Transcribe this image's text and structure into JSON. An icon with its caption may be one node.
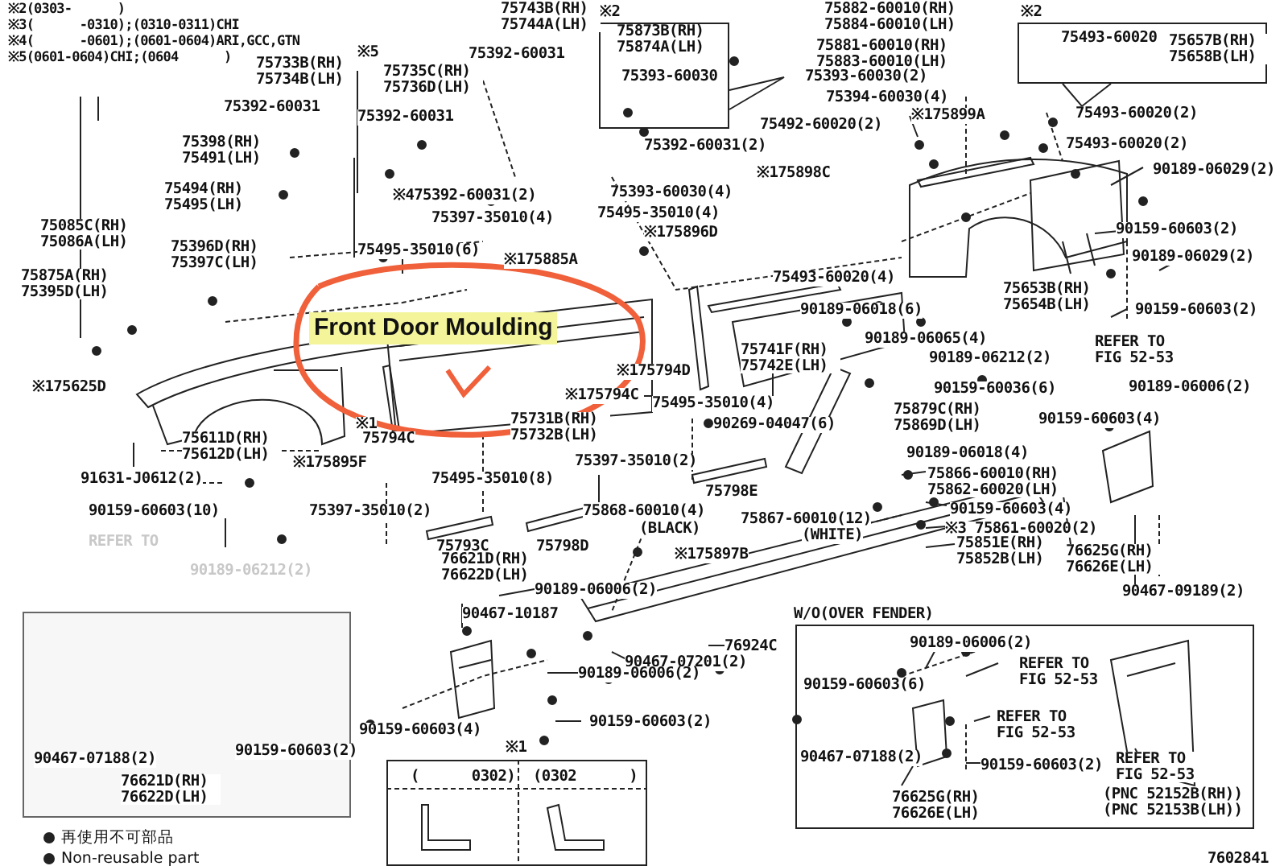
{
  "diagram": {
    "nodes": [
      {
        "text": [
          "75873B(RH) 75874A(LH)",
          "75393-60030"
        ],
        "beside": [
          "※2"
        ]
      },
      {
        "text": [
          "75493-60020",
          "75657B(RH) 75658B(LH)"
        ],
        "beside": [
          "※2"
        ]
      },
      {
        "text": [
          "Front Door Moulding"
        ]
      },
      {
        "text": [
          "90467-07188(2)",
          "76621D(RH) 76622D(LH)",
          "90159-60603(2)"
        ]
      },
      {
        "text": [
          "W/O(OVER FENDER)",
          "90189-06006(2)",
          "REFER TO FIG 52-53",
          "90159-60603(6)",
          "REFER TO FIG 52-53",
          "90467-07188(2)",
          "90159-60603(2)",
          "76625G(RH) 76626E(LH)",
          "REFER TO FIG 52-53",
          "(PNC 52152B(RH))",
          "(PNC 52153B(LH))"
        ]
      },
      {
        "text": [
          "(      0302)",
          "(0302      )"
        ],
        "beside": [
          "※1"
        ]
      }
    ],
    "edges": [],
    "labels": [
      "※2(0303-      )",
      "※3(      -0310);(0310-0311)CHI",
      "※4(      -0601);(0601-0604)ARI,GCC,GTN",
      "※5(0601-0604)CHI;(0604      )",
      "75743B(RH) 75744A(LH)",
      "75733B(RH) 75734B(LH)",
      "※5",
      "75735C(RH) 75736D(LH)",
      "75392-60031",
      "75392-60031",
      "75392-60031",
      "75398(RH) 75491(LH)",
      "75494(RH) 75495(LH)",
      "※475392-60031(2)",
      "75397-35010(4)",
      "75085C(RH) 75086A(LH)",
      "75396D(RH) 75397C(LH)",
      "75495-35010(6)",
      "※175885A",
      "75875A(RH) 75395D(LH)",
      "※175625D",
      "※1",
      "75794C",
      "75611D(RH) 75612D(LH)",
      "※175895F",
      "91631-J0612(2)",
      "90159-60603(10)",
      "75397-35010(2)",
      "REFER TO",
      "90189-06212(2)",
      "75731B(RH) 75732B(LH)",
      "※175794C",
      "※175794D",
      "75495-35010(8)",
      "75397-35010(2)",
      "90269-04047(6)",
      "75798E",
      "75793C",
      "75798D",
      "75868-60010(4)",
      "(BLACK)",
      "75867-60010(12)",
      "(WHITE)",
      "※175897B",
      "76621D(RH) 76622D(LH)",
      "90189-06006(2)",
      "90467-10187",
      "76924C",
      "90467-07201(2)",
      "90189-06006(2)",
      "90159-60603(4)",
      "90159-60603(2)",
      "75392-60031(2)",
      "75393-60030(4)",
      "75495-35010(4)",
      "※175896D",
      "※175898C",
      "75741F(RH) 75742E(LH)",
      "75495-35010(4)",
      "75882-60010(RH) 75884-60010(LH)",
      "75881-60010(RH) 75883-60010(LH)",
      "75393-60030(2)",
      "75394-60030(4)",
      "75492-60020(2)",
      "※175899A",
      "75493-60020(2)",
      "75493-60020(2)",
      "90189-06029(2)",
      "90159-60603(2)",
      "75493-60020(4)",
      "90189-06029(2)",
      "90189-06018(6)",
      "75653B(RH) 75654B(LH)",
      "90159-60603(2)",
      "90189-06065(4)",
      "90189-06212(2)",
      "REFER TO FIG 52-53",
      "90159-60036(6)",
      "90189-06006(2)",
      "75879C(RH) 75869D(LH)",
      "90159-60603(4)",
      "90189-06018(4)",
      "75866-60010(RH) 75862-60020(LH)",
      "90159-60603(4)",
      "※3 75861-60020(2)",
      "75851E(RH) 75852B(LH)",
      "76625G(RH) 76626E(LH)",
      "90467-09189(2)",
      "7602841"
    ],
    "legend": [
      {
        "text": "再使用不可部品"
      },
      {
        "text": "Non-reusable part"
      }
    ]
  }
}
